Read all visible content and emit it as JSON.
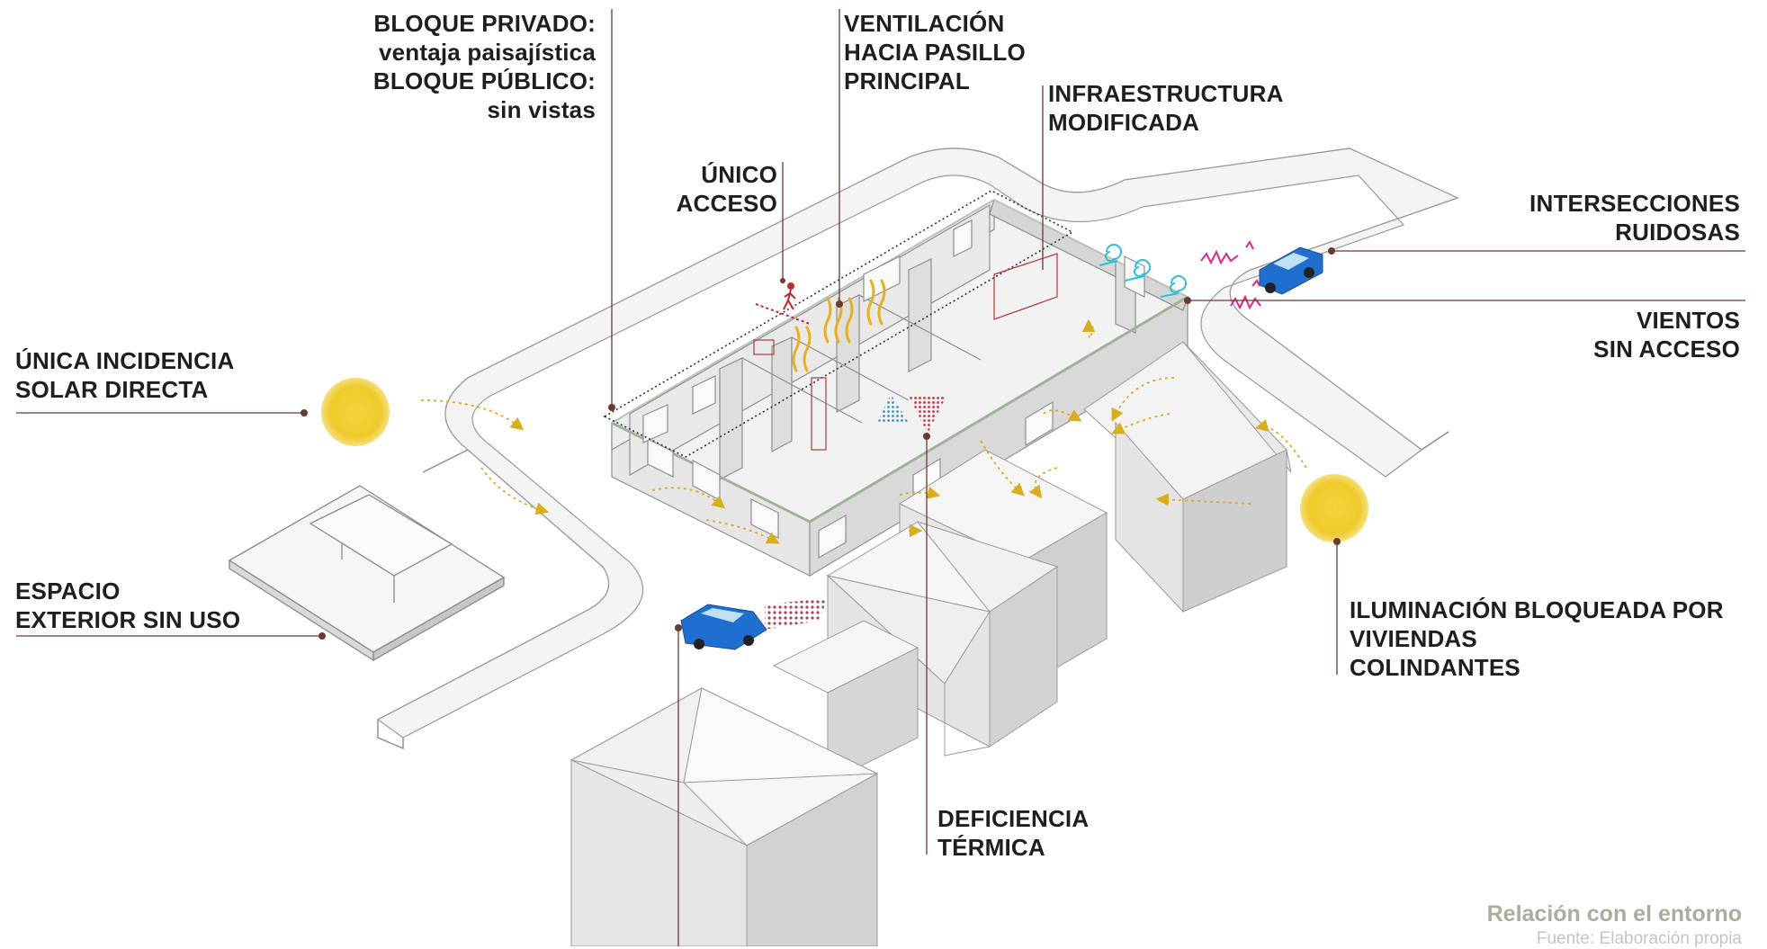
{
  "labels": {
    "bloque": {
      "line1": "BLOQUE PRIVADO:",
      "line2": "ventaja paisajística",
      "line3": "BLOQUE PÚBLICO:",
      "line4": "sin vistas"
    },
    "ventilacion": {
      "line1": "VENTILACIÓN",
      "line2": "HACIA PASILLO",
      "line3": "PRINCIPAL"
    },
    "infraestructura": {
      "line1": "INFRAESTRUCTURA",
      "line2": "MODIFICADA"
    },
    "unico_acceso": {
      "line1": "ÚNICO",
      "line2": "ACCESO"
    },
    "intersecciones": {
      "line1": "INTERSECCIONES",
      "line2": "RUIDOSAS"
    },
    "vientos": {
      "line1": "VIENTOS",
      "line2": "SIN ACCESO"
    },
    "incidencia_solar": {
      "line1": "ÚNICA INCIDENCIA",
      "line2": "SOLAR DIRECTA"
    },
    "espacio_exterior": {
      "line1": "ESPACIO",
      "line2": "EXTERIOR SIN USO"
    },
    "iluminacion": {
      "line1": "ILUMINACIÓN BLOQUEADA POR",
      "line2": "VIVIENDAS",
      "line3": "COLINDANTES"
    },
    "deficiencia": {
      "line1": "DEFICIENCIA",
      "line2": "TÉRMICA"
    }
  },
  "caption": {
    "title": "Relación con el entorno",
    "source": "Fuente: Elaboración propia"
  },
  "colors": {
    "leader": "#6b3a32",
    "sun": "#f0cc2e",
    "car": "#1e6fd0",
    "noise": "#e0248c",
    "wind": "#2ec0d6",
    "heat": "#e8b019",
    "cold": "#3a8fd0",
    "hot": "#e0263a",
    "arrow": "#d9ad1c",
    "caption": "#a9ad9c"
  }
}
